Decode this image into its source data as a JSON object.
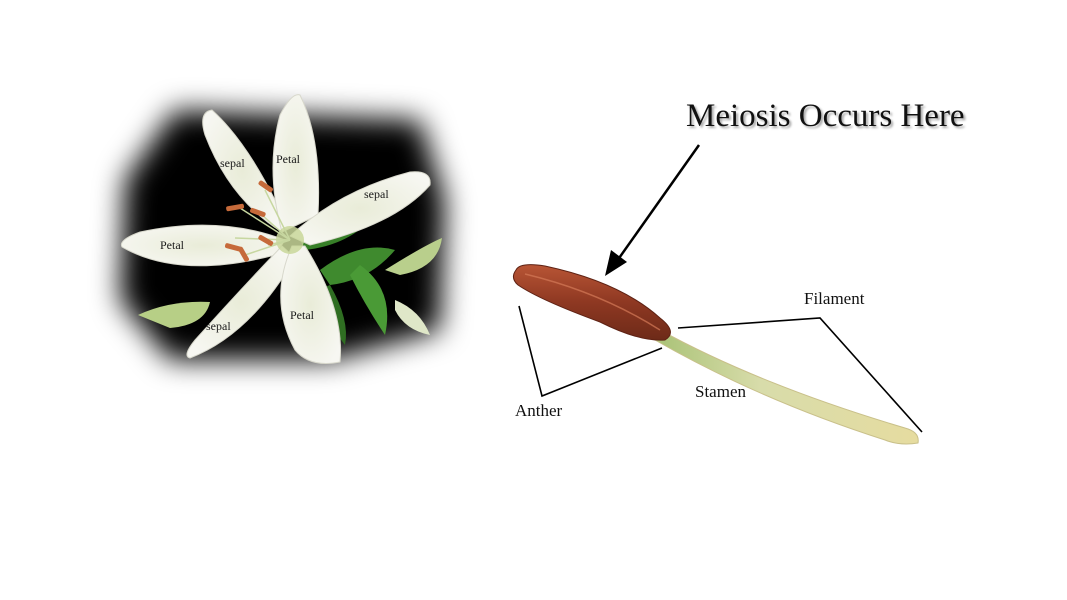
{
  "headline": "Meiosis Occurs Here",
  "flower_labels": {
    "sepal_top": "sepal",
    "petal_top": "Petal",
    "sepal_right": "sepal",
    "petal_left": "Petal",
    "sepal_bottom": "sepal",
    "petal_bottom": "Petal"
  },
  "stamen_labels": {
    "filament": "Filament",
    "anther": "Anther",
    "stamen": "Stamen"
  },
  "colors": {
    "anther": "#9a3d26",
    "filament": "#dfe0b0",
    "petal": "#f2f2ea",
    "background_dark": "#0a0a0a",
    "leaf": "#3f8a2e"
  }
}
